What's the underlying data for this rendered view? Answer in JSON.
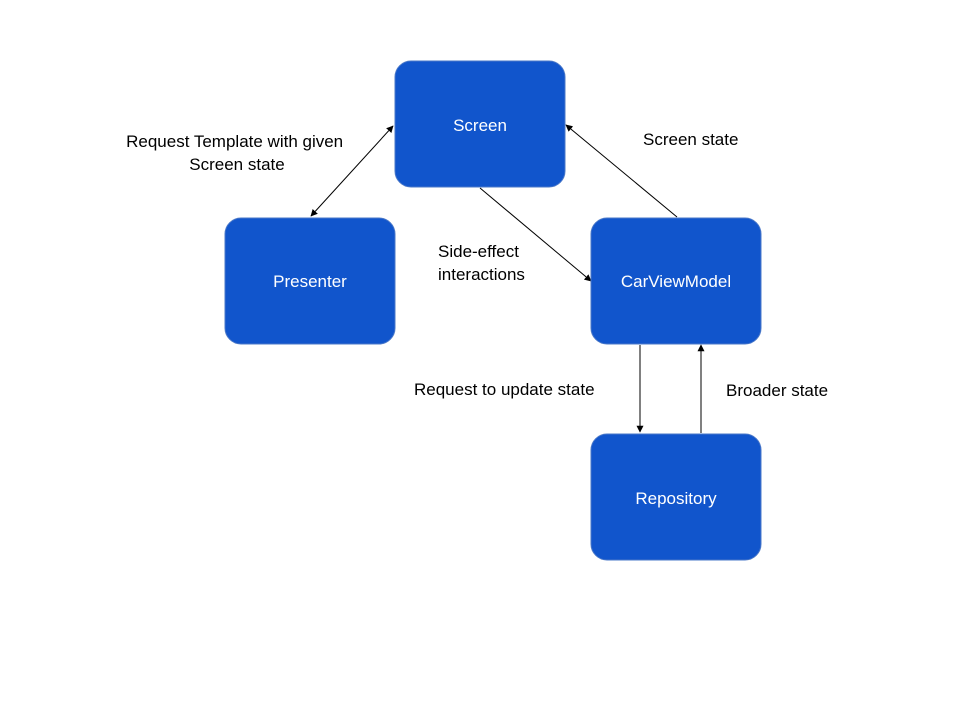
{
  "colors": {
    "node_fill": "#1155cc",
    "node_text": "#ffffff",
    "edge": "#000000",
    "label_text": "#000000",
    "background": "#ffffff"
  },
  "nodes": {
    "screen": "Screen",
    "presenter": "Presenter",
    "car_view_model": "CarViewModel",
    "repository": "Repository"
  },
  "edges": {
    "screen_presenter": [
      "Request Template with given",
      "Screen state"
    ],
    "viewmodel_to_screen": [
      "Screen state"
    ],
    "screen_to_viewmodel": [
      "Side-effect",
      "interactions"
    ],
    "viewmodel_to_repository": [
      "Request to update state"
    ],
    "repository_to_viewmodel": [
      "Broader state"
    ]
  }
}
